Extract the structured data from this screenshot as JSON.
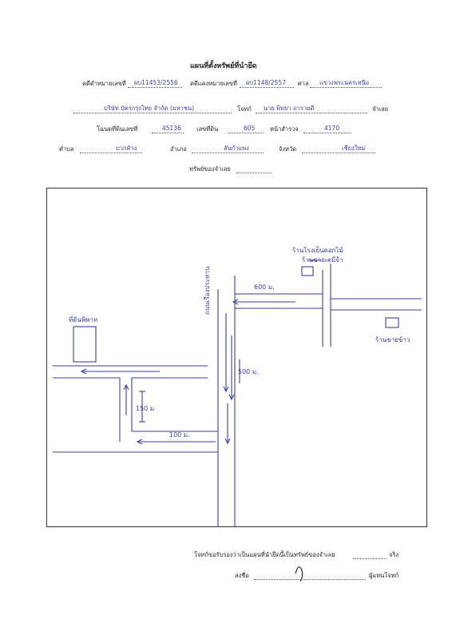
{
  "title": "แผนที่ตั้งทรัพย์ที่นำยึด",
  "line1": {
    "black_case_label": "คดีดำหมายเลขที่",
    "black_case_value": "ผบ11453/2556",
    "red_case_label": "คดีแดงหมายเลขที่",
    "red_case_value": "ผบ1148/2557",
    "court_label": "ศาล",
    "court_value": "แขวงพระนครเหนือ"
  },
  "line2": {
    "plaintiff_value": "บริษัท บัตรกรุงไทย จำกัด (มหาชน)",
    "plaintiff_label": "โจทก์",
    "defendant_value": "นาย พิทยา ถาราผดี",
    "defendant_label": "จำเลย"
  },
  "line3": {
    "deed_label": "โฉนดที่ดินเลขที่",
    "deed_value": "45136",
    "land_no_label": "เลขที่ดิน",
    "land_no_value": "605",
    "survey_label": "หน้าสำรวจ",
    "survey_value": "4170"
  },
  "line4": {
    "subdistrict_label": "ตำบล",
    "subdistrict_value": "บวกค้าง",
    "district_label": "อำเภอ",
    "district_value": "สันกำแพง",
    "province_label": "จังหวัด",
    "province_value": "เชียงใหม่"
  },
  "line5": {
    "asset_label": "ทรัพย์ของจำเลย"
  },
  "map": {
    "road_label": "ถนนเรืองประทาน",
    "shop_label": "ร้านโรงเย็นดอกไม้",
    "shop_label2": "ร้านขายเคมีจ้า",
    "rice_shop_label": "ร้านขายข้าว",
    "property_label": "ที่ดินพิพาท",
    "dist_600": "600 ม.",
    "dist_500": "500 ม.",
    "dist_150": "150 ม",
    "dist_100": "100 ม."
  },
  "footer": {
    "certify_text": "โจทก์ขอรับรองว่าเป็นแผนที่นำยึดนี้เป็นทรัพย์ของจำเลย",
    "certify_end": "จริง",
    "sign_label": "ลงชื่อ",
    "sign_role": "ผู้แทนโจทก์"
  }
}
